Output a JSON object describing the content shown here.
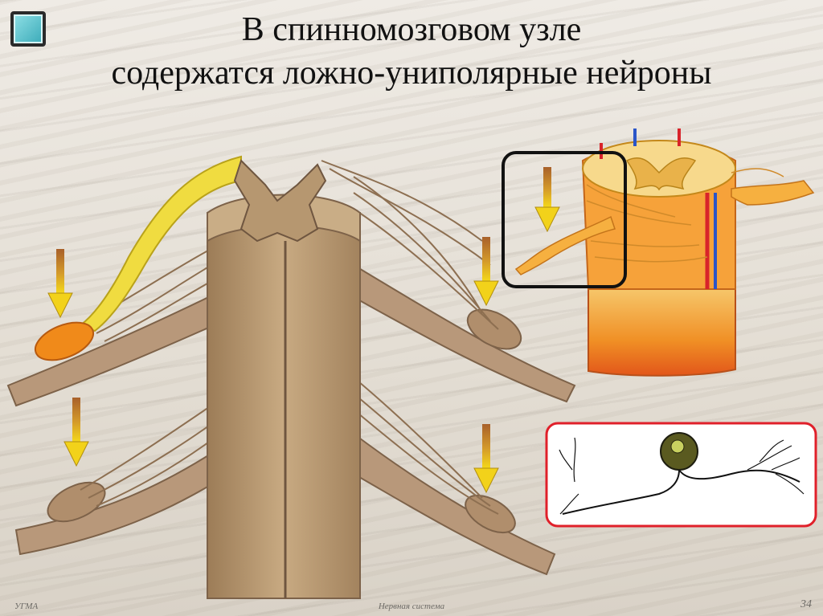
{
  "slide": {
    "title_line1": "В спинномозговом узле",
    "title_line2": "содержатся ложно-униполярные нейроны",
    "footer_left": "УГМА",
    "footer_center": "Нервная система",
    "page_number": "34"
  },
  "colors": {
    "spinal_cord": "#b99a72",
    "ganglion": "#f08a1a",
    "dorsal_root": "#e8d23a",
    "arrow_top": "#b06a2a",
    "arrow_bottom": "#f2d21a",
    "highlight_box": "#111111",
    "neuron_box": "#e0202a"
  },
  "icons": {
    "corner": "square-icon",
    "arrows": "arrow-down-icon"
  }
}
